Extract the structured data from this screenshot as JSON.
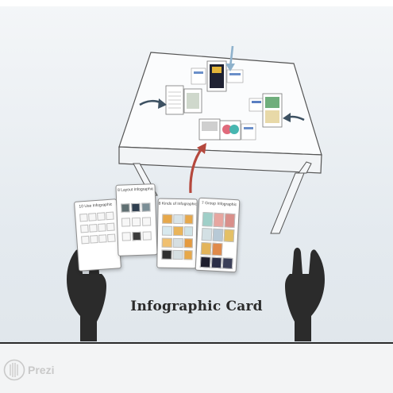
{
  "headline": "Infographic Card",
  "cards": [
    {
      "title": "10 Use Infographic"
    },
    {
      "title": "8 Layout Infographic"
    },
    {
      "title": "8 Kinds of Infographic"
    },
    {
      "title": "7 Group Infographic"
    }
  ],
  "brand": {
    "name": "Prezi"
  },
  "colors": {
    "hands": "#2b2b2b",
    "arrow_up": "#b5483d",
    "arrow_left": "#3d5162",
    "arrow_down": "#8fb2cc",
    "table_line": "#555555"
  }
}
